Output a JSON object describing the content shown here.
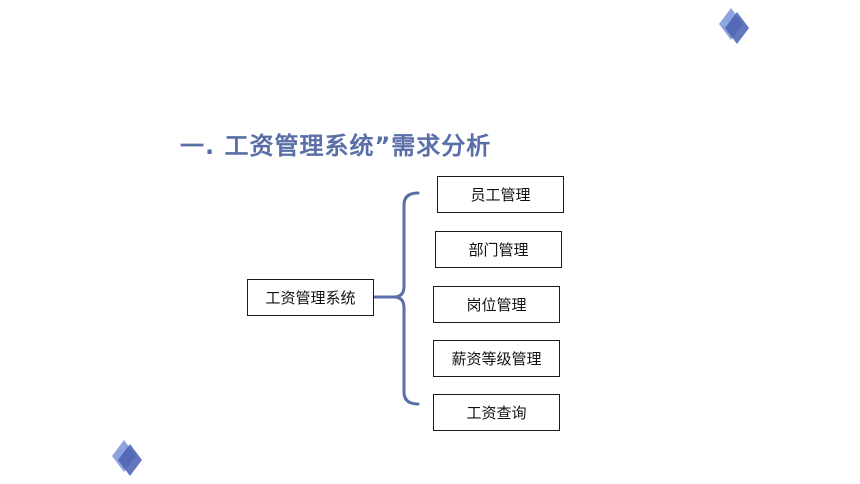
{
  "title": "一. 工资管理系统”需求分析",
  "root": {
    "label": "工资管理系统"
  },
  "modules": [
    {
      "label": "员工管理"
    },
    {
      "label": "部门管理"
    },
    {
      "label": "岗位管理"
    },
    {
      "label": "薪资等级管理"
    },
    {
      "label": "工资查询"
    }
  ],
  "colors": {
    "title": "#5a6fa8",
    "bracket": "#5a6fa8",
    "diamond_light": "#8fa3dc",
    "diamond_dark": "#4a5fb0"
  }
}
